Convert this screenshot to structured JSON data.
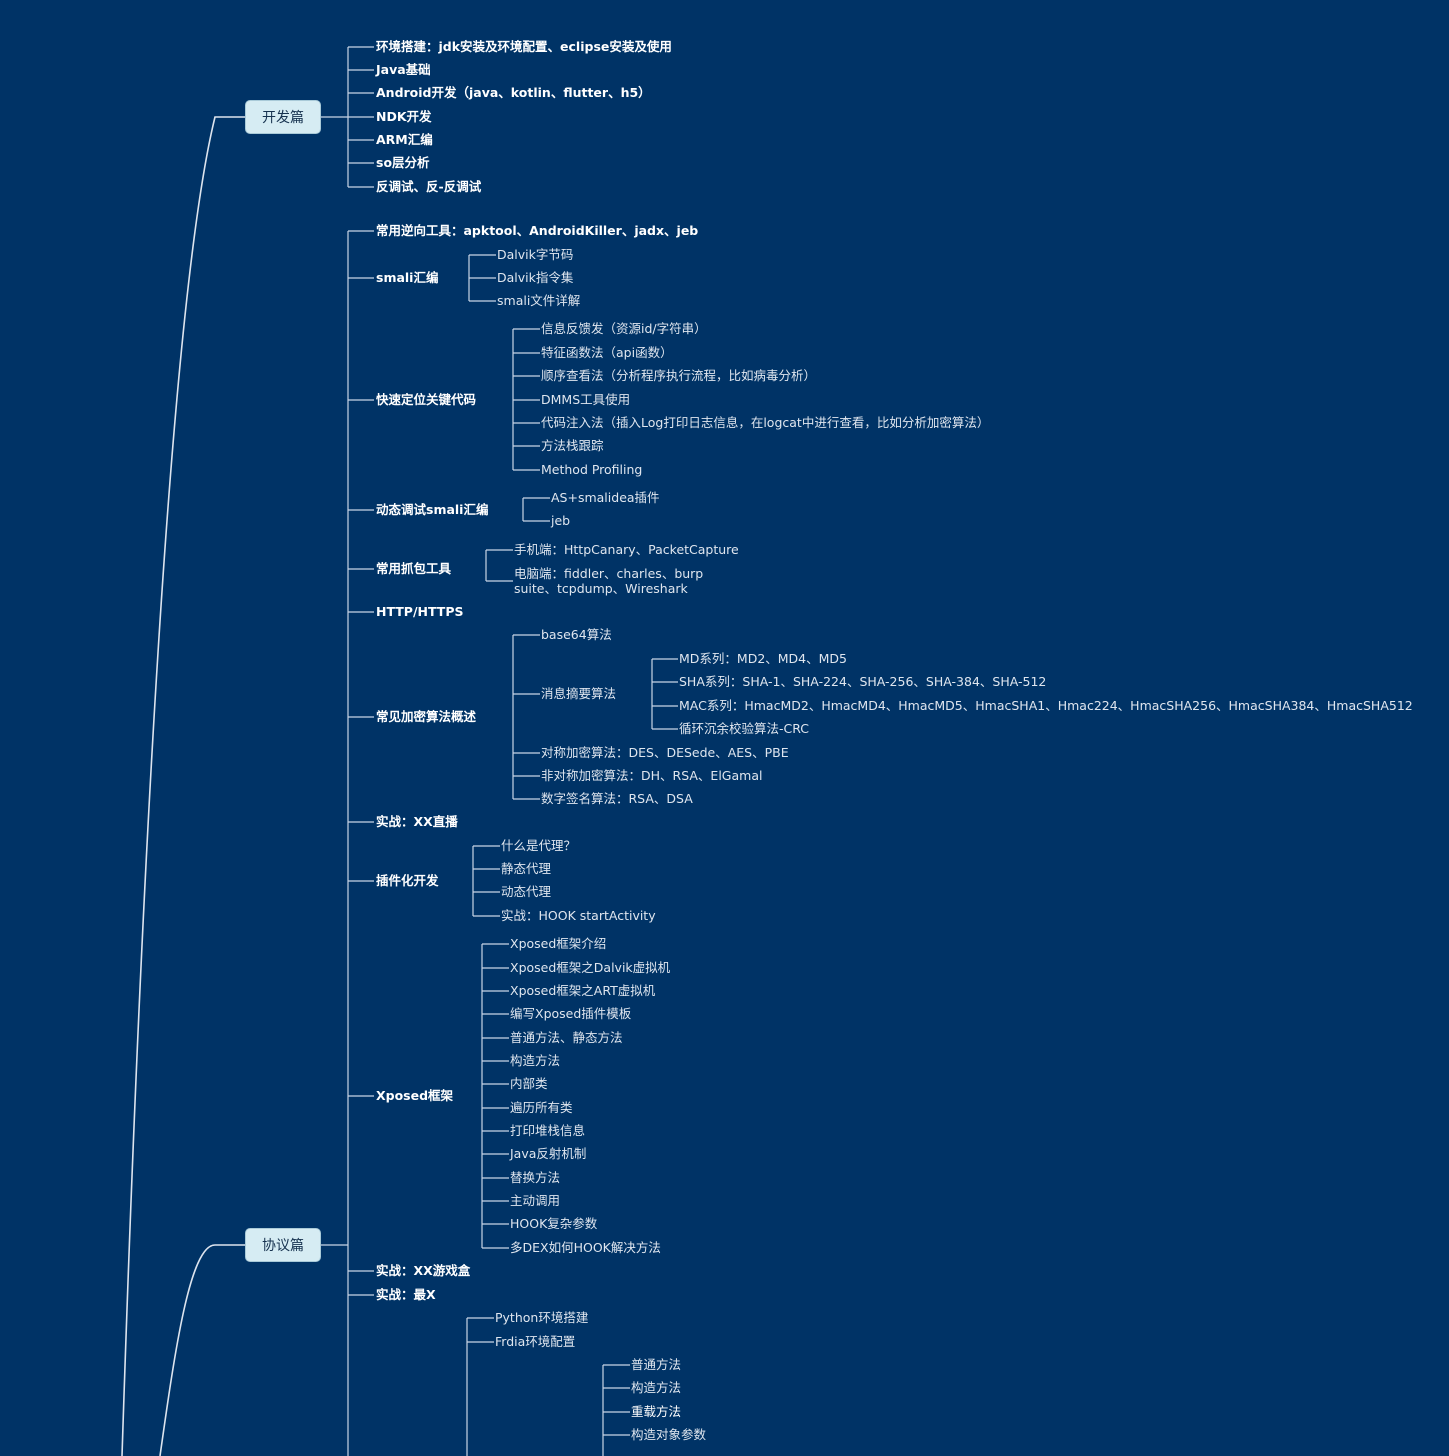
{
  "roots": {
    "dev": "开发篇",
    "proto": "协议篇"
  },
  "dev_items": [
    "环境搭建：jdk安装及环境配置、eclipse安装及使用",
    "Java基础",
    "Android开发（java、kotlin、flutter、h5）",
    "NDK开发",
    "ARM汇编",
    "so层分析",
    "反调试、反-反调试"
  ],
  "proto_items": {
    "tools": "常用逆向工具：apktool、AndroidKiller、jadx、jeb",
    "smali": {
      "label": "smali汇编",
      "children": [
        "Dalvik字节码",
        "Dalvik指令集",
        "smali文件详解"
      ]
    },
    "locate": {
      "label": "快速定位关键代码",
      "children": [
        "信息反馈发（资源id/字符串）",
        "特征函数法（api函数）",
        "顺序查看法（分析程序执行流程，比如病毒分析）",
        "DMMS工具使用",
        "代码注入法（插入Log打印日志信息，在logcat中进行查看，比如分析加密算法）",
        "方法栈跟踪",
        "Method Profiling"
      ]
    },
    "debug": {
      "label": "动态调试smali汇编",
      "children": [
        "AS+smalidea插件",
        "jeb"
      ]
    },
    "capture": {
      "label": "常用抓包工具",
      "children": [
        "手机端：HttpCanary、PacketCapture",
        "电脑端：fiddler、charles、burp suite、tcpdump、Wireshark"
      ]
    },
    "http": "HTTP/HTTPS",
    "crypto": {
      "label": "常见加密算法概述",
      "base64": "base64算法",
      "digest": {
        "label": "消息摘要算法",
        "children": [
          "MD系列：MD2、MD4、MD5",
          "SHA系列：SHA-1、SHA-224、SHA-256、SHA-384、SHA-512",
          "MAC系列：HmacMD2、HmacMD4、HmacMD5、HmacSHA1、Hmac224、HmacSHA256、HmacSHA384、HmacSHA512",
          "循环沉余校验算法-CRC"
        ]
      },
      "others": [
        "对称加密算法：DES、DESede、AES、PBE",
        "非对称加密算法：DH、RSA、ElGamal",
        "数字签名算法：RSA、DSA"
      ]
    },
    "live": "实战：XX直播",
    "plugin": {
      "label": "插件化开发",
      "children": [
        "什么是代理？",
        "静态代理",
        "动态代理",
        "实战：HOOK startActivity"
      ]
    },
    "xposed": {
      "label": "Xposed框架",
      "children": [
        "Xposed框架介绍",
        "Xposed框架之Dalvik虚拟机",
        "Xposed框架之ART虚拟机",
        "编写Xposed插件模板",
        "普通方法、静态方法",
        "构造方法",
        "内部类",
        "遍历所有类",
        "打印堆栈信息",
        "Java反射机制",
        "替换方法",
        "主动调用",
        "HOOK复杂参数",
        "多DEX如何HOOK解决方法"
      ]
    },
    "game": "实战：XX游戏盒",
    "zui": "实战：最X",
    "frida": {
      "children": [
        "Python环境搭建",
        "Frdia环境配置"
      ],
      "sub": [
        "普通方法",
        "构造方法",
        "重载方法",
        "构造对象参数"
      ]
    }
  }
}
